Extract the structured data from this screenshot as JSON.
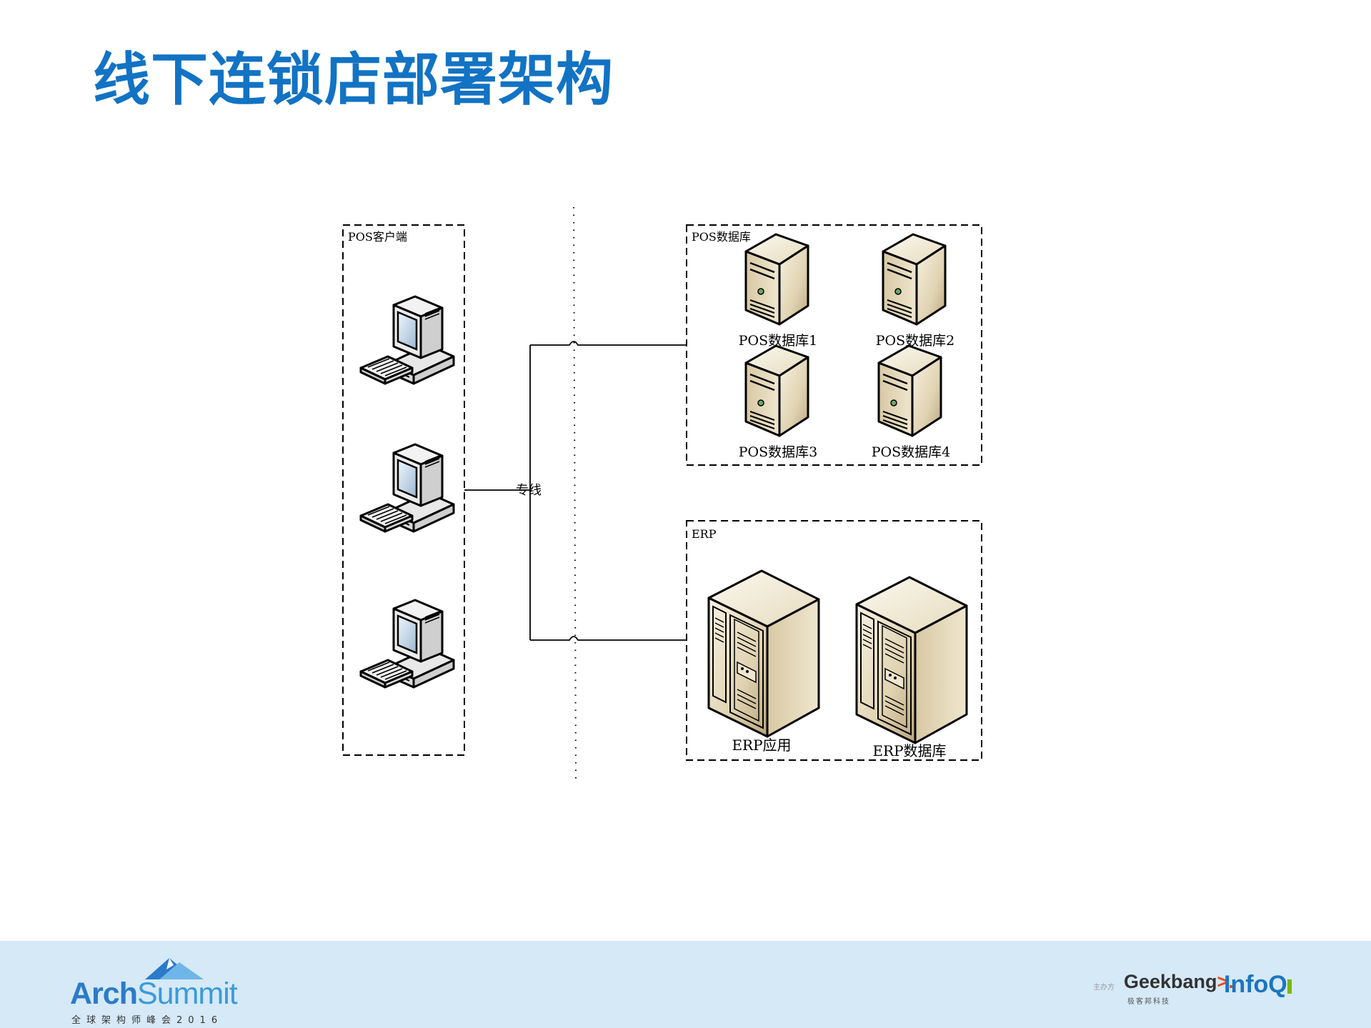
{
  "title": "线下连锁店部署架构",
  "groups": {
    "pos_client": {
      "label": "POS客户端"
    },
    "pos_db": {
      "label": "POS数据库",
      "items": [
        "POS数据库1",
        "POS数据库2",
        "POS数据库3",
        "POS数据库4"
      ]
    },
    "erp": {
      "label": "ERP",
      "items": [
        "ERP应用",
        "ERP数据库"
      ]
    }
  },
  "connection_label": "专线",
  "footer": {
    "arch_logo": {
      "bold": "Arch",
      "light": "Summit",
      "sub": "全球架构师峰会2016"
    },
    "host_label": "主办方",
    "geekbang": {
      "main": "Geekbang",
      "mark": ">.",
      "sub": "极客邦科技"
    },
    "infoq": "InfoQ"
  },
  "colors": {
    "title": "#1273c4",
    "footer_bg": "#d5e9f7",
    "server_fill": "#e6dcc3",
    "server_shade": "#c8b994"
  }
}
